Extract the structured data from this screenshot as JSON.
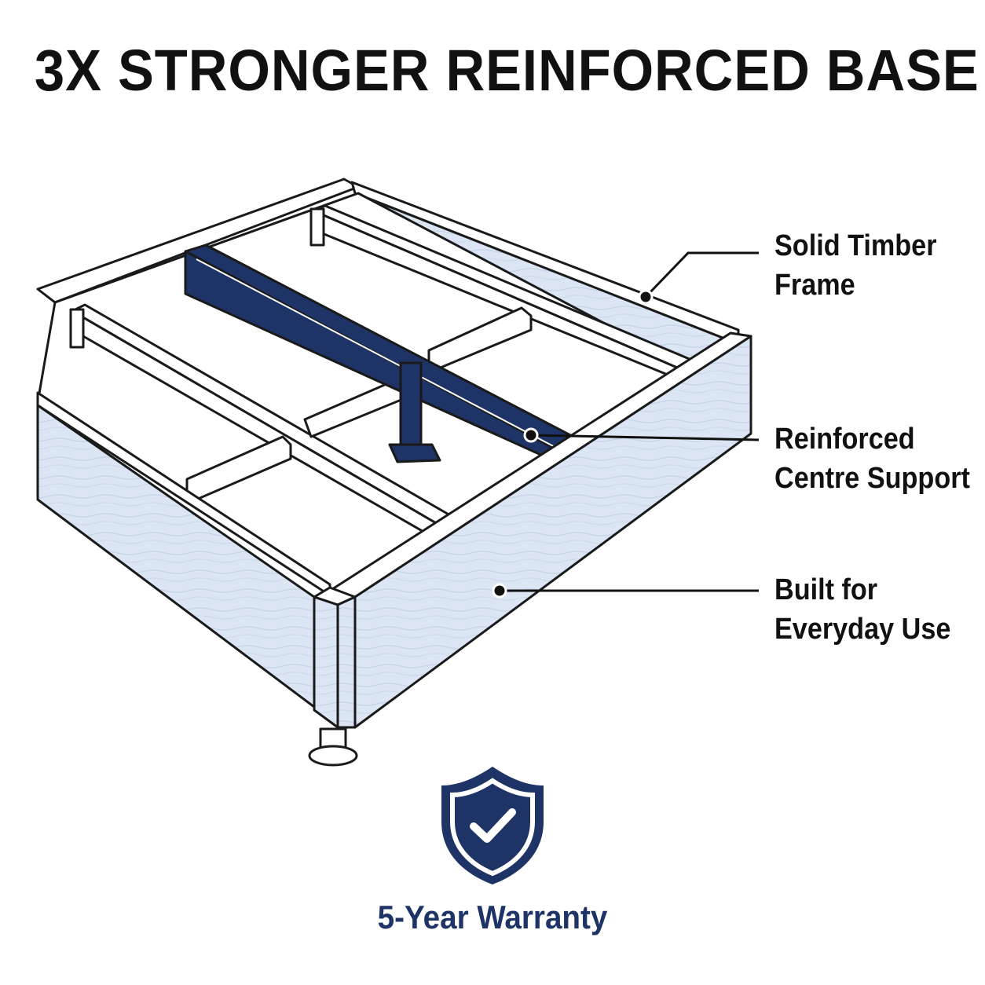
{
  "headline": "3X STRONGER REINFORCED BASE",
  "callouts": [
    {
      "line1": "Solid Timber",
      "line2": "Frame"
    },
    {
      "line1": "Reinforced",
      "line2": "Centre Support"
    },
    {
      "line1": "Built for",
      "line2": "Everyday Use"
    }
  ],
  "badge": {
    "icon": "shield-check-icon",
    "label": "5-Year Warranty"
  },
  "colors": {
    "navy": "#1e3366",
    "timber": "#dbe5f3",
    "outline": "#1a1a1a",
    "text": "#111111"
  }
}
